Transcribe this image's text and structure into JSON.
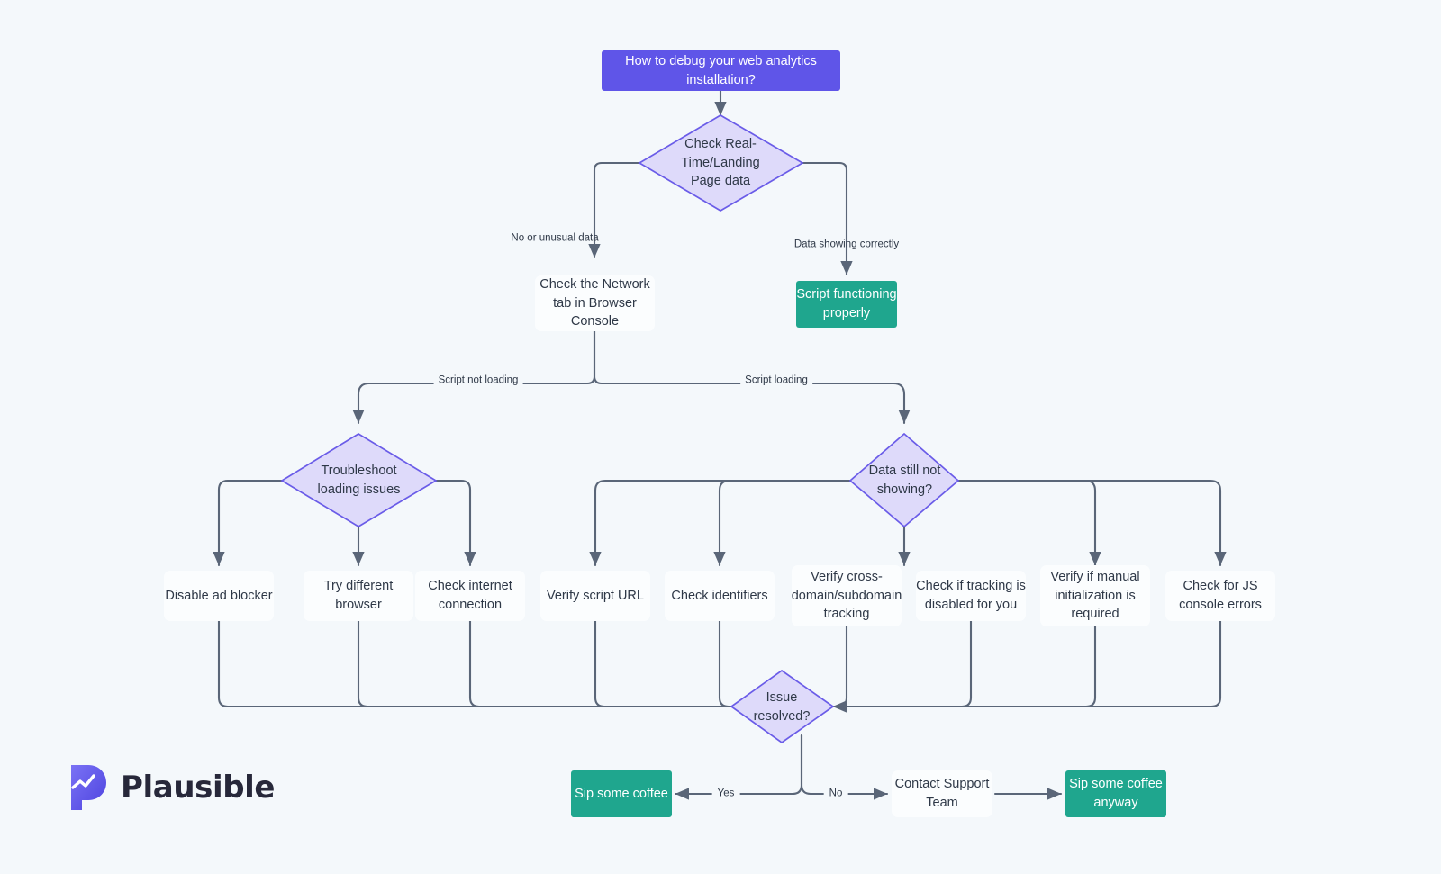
{
  "diagram": {
    "title": "How to debug your web analytics installation?",
    "background_color": "#f4f8fb",
    "accent_purple": "#5f55e8",
    "accent_teal": "#1fa68e",
    "decision_fill": "#dedafa",
    "decision_stroke": "#6a5ce8",
    "connector_color": "#5a6678",
    "text_color": "#2e3847"
  },
  "nodes": {
    "start": {
      "label": "How to debug your web analytics installation?",
      "type": "start"
    },
    "check_realtime": {
      "label": "Check Real-Time/Landing Page data",
      "line1": "Check Real-",
      "line2": "Time/Landing",
      "line3": "Page data",
      "type": "decision"
    },
    "script_ok": {
      "label": "Script functioning properly",
      "type": "terminal"
    },
    "network_tab": {
      "label": "Check the Network tab in Browser Console",
      "type": "plain"
    },
    "troubleshoot_loading": {
      "label": "Troubleshoot loading issues",
      "line1": "Troubleshoot",
      "line2": "loading issues",
      "type": "decision"
    },
    "data_still_not_showing": {
      "label": "Data still not showing?",
      "line1": "Data still not",
      "line2": "showing?",
      "type": "decision"
    },
    "issue_resolved": {
      "label": "Issue resolved?",
      "line1": "Issue",
      "line2": "resolved?",
      "type": "decision"
    },
    "disable_ad_blocker": {
      "label": "Disable ad blocker",
      "type": "plain"
    },
    "try_different_browser": {
      "label": "Try different browser",
      "type": "plain"
    },
    "check_internet": {
      "label": "Check internet connection",
      "type": "plain"
    },
    "verify_script_url": {
      "label": "Verify script URL",
      "type": "plain"
    },
    "check_identifiers": {
      "label": "Check identifiers",
      "type": "plain"
    },
    "verify_cross_domain": {
      "label": "Verify cross-domain/subdomain tracking",
      "type": "plain"
    },
    "check_tracking_disabled": {
      "label": "Check if tracking is disabled for you",
      "type": "plain"
    },
    "verify_manual_init": {
      "label": "Verify if manual initialization is required",
      "type": "plain"
    },
    "check_js_console": {
      "label": "Check for JS console errors",
      "type": "plain"
    },
    "sip_coffee": {
      "label": "Sip some coffee",
      "type": "terminal"
    },
    "contact_support": {
      "label": "Contact Support Team",
      "type": "plain"
    },
    "sip_coffee_anyway": {
      "label": "Sip some coffee anyway",
      "type": "terminal"
    }
  },
  "edge_labels": {
    "no_or_unusual_data": "No or unusual data",
    "data_showing_correctly": "Data showing correctly",
    "script_not_loading": "Script not loading",
    "script_loading": "Script loading",
    "yes": "Yes",
    "no": "No"
  },
  "brand": {
    "name": "Plausible",
    "logo_gradient_start": "#6a63f0",
    "logo_gradient_end": "#4f46e5"
  }
}
